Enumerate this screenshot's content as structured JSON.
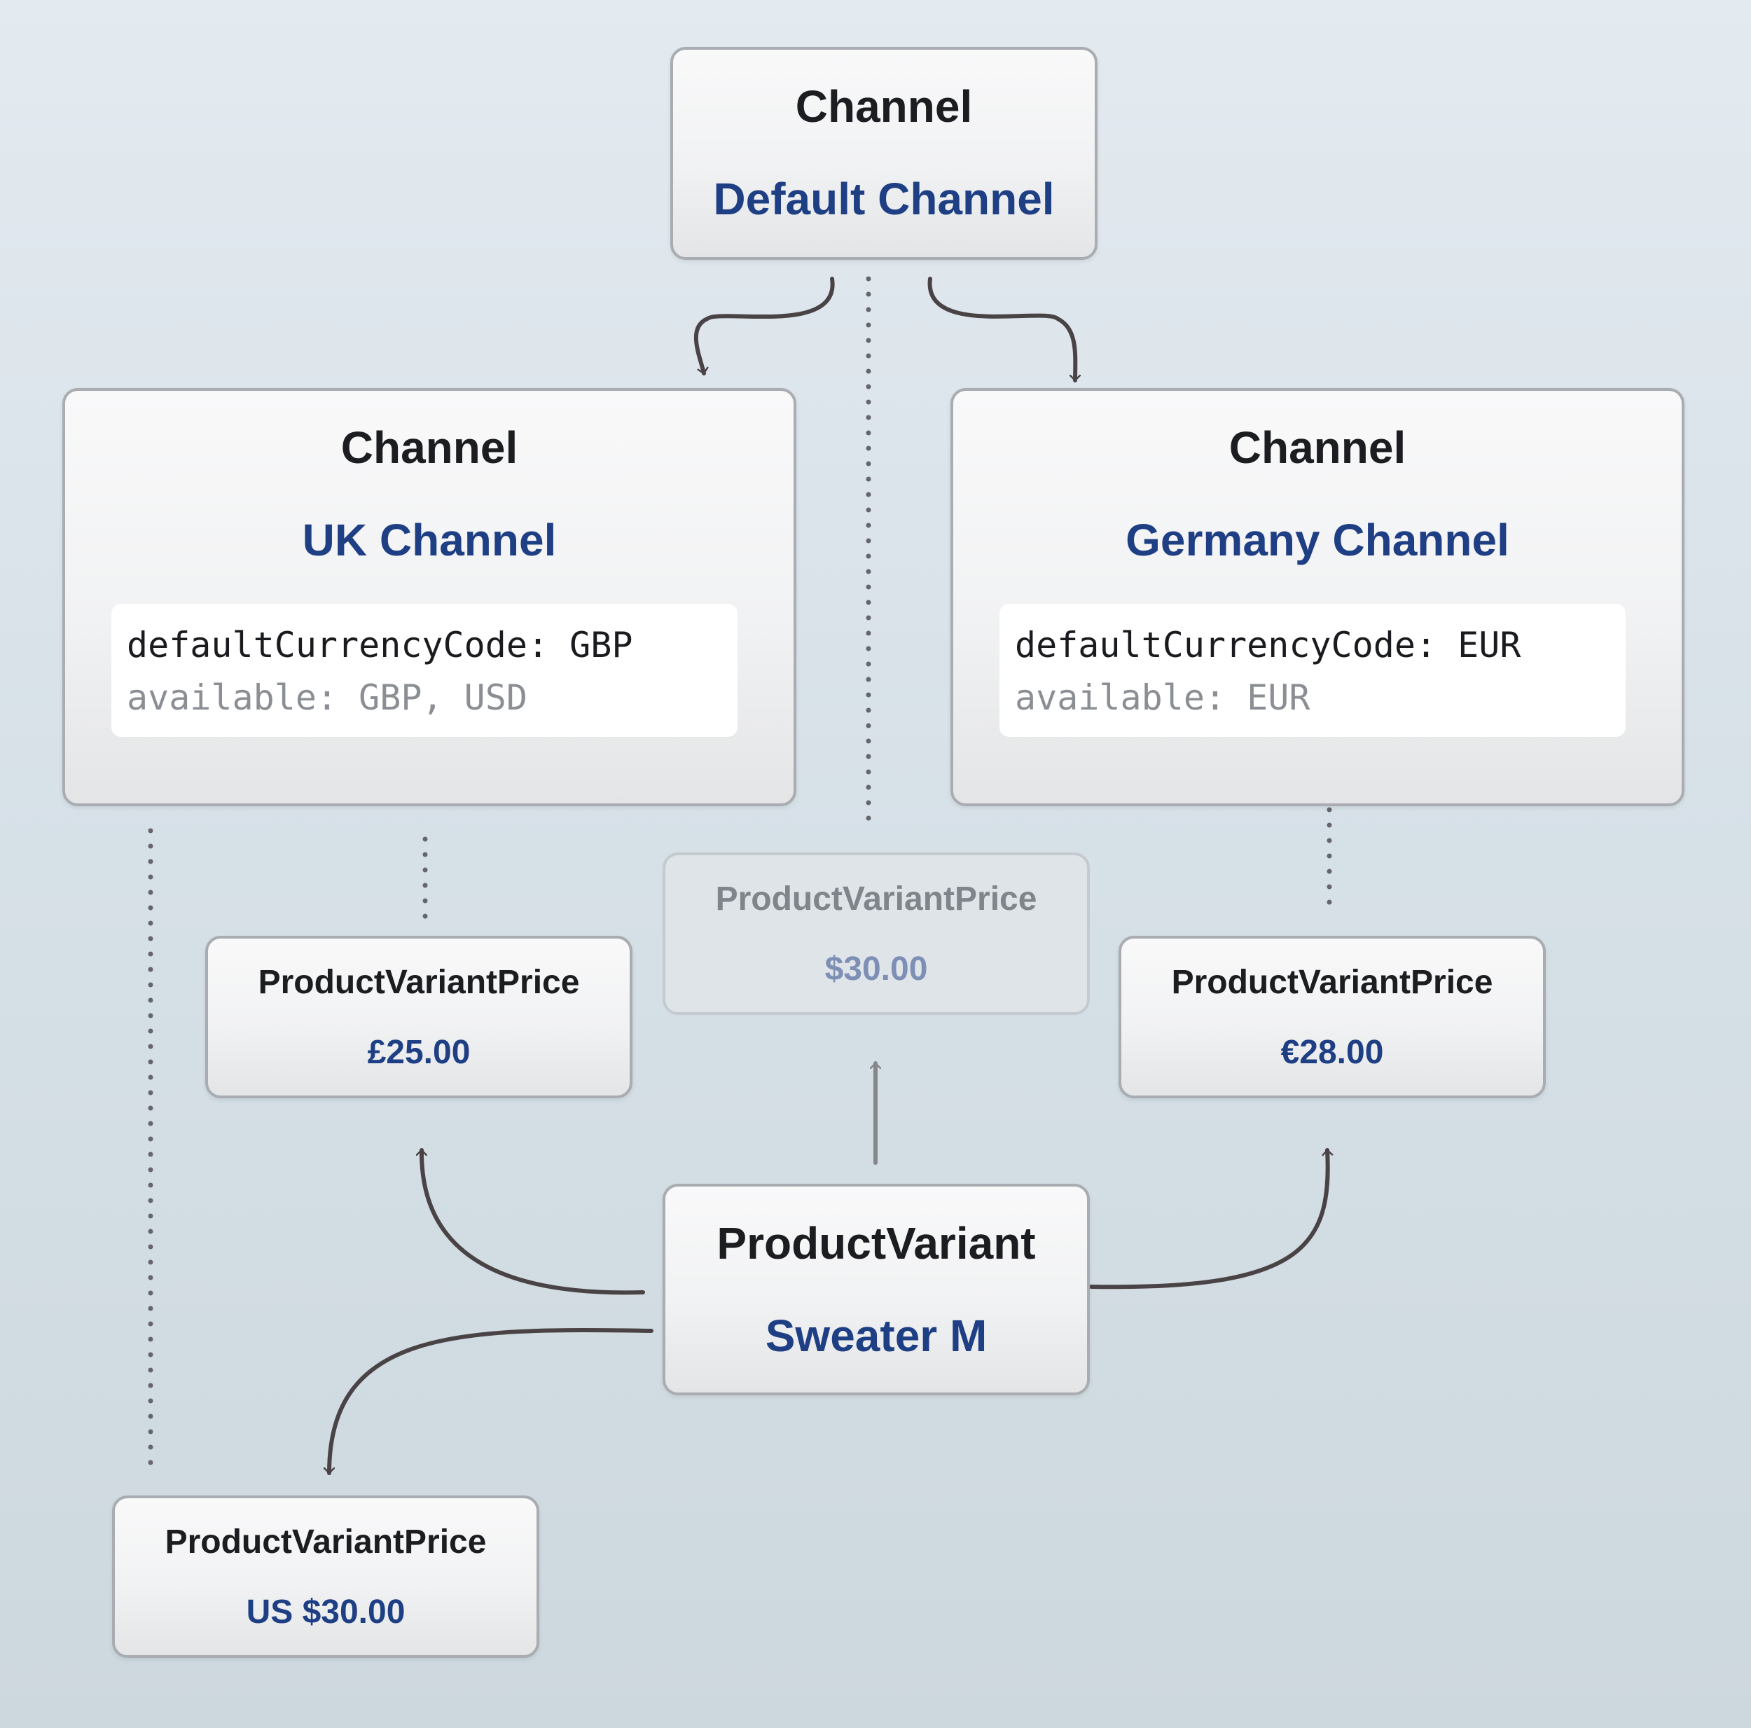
{
  "nodes": {
    "default_channel": {
      "type": "Channel",
      "name": "Default Channel"
    },
    "uk_channel": {
      "type": "Channel",
      "name": "UK Channel",
      "default_currency": "defaultCurrencyCode: GBP",
      "available": "available: GBP, USD"
    },
    "germany_channel": {
      "type": "Channel",
      "name": "Germany Channel",
      "default_currency": "defaultCurrencyCode: EUR",
      "available": "available: EUR"
    },
    "price_default": {
      "type": "ProductVariantPrice",
      "value": "$30.00"
    },
    "price_gbp": {
      "type": "ProductVariantPrice",
      "value": "£25.00"
    },
    "price_eur": {
      "type": "ProductVariantPrice",
      "value": "€28.00"
    },
    "price_usd": {
      "type": "ProductVariantPrice",
      "value": "US $30.00"
    },
    "product_variant": {
      "type": "ProductVariant",
      "name": "Sweater M"
    }
  },
  "colors": {
    "title": "#1c1d20",
    "name": "#1f3f85",
    "arrow": "#4a4346",
    "dotted_link": "#65666a",
    "faded": "#7f858b"
  }
}
